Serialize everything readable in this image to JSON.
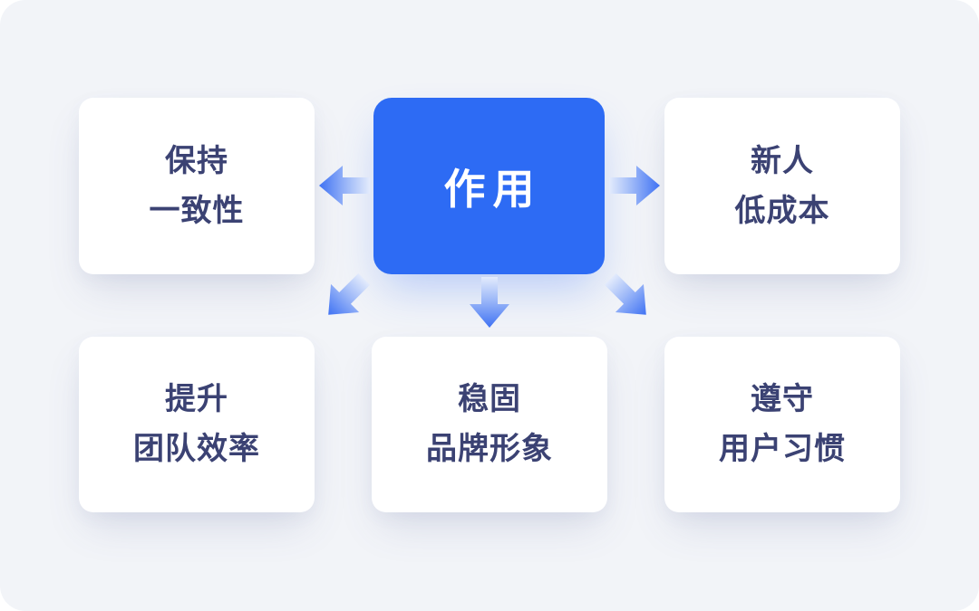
{
  "diagram": {
    "center": {
      "label": "作用"
    },
    "nodes": [
      {
        "id": "top-left",
        "line1": "保持",
        "line2": "一致性"
      },
      {
        "id": "top-right",
        "line1": "新人",
        "line2": "低成本"
      },
      {
        "id": "bottom-left",
        "line1": "提升",
        "line2": "团队效率"
      },
      {
        "id": "bottom-center",
        "line1": "稳固",
        "line2": "品牌形象"
      },
      {
        "id": "bottom-right",
        "line1": "遵守",
        "line2": "用户习惯"
      }
    ],
    "arrows": [
      {
        "icon": "arrow-left-icon",
        "from": "center",
        "to": "top-left"
      },
      {
        "icon": "arrow-right-icon",
        "from": "center",
        "to": "top-right"
      },
      {
        "icon": "arrow-down-left-icon",
        "from": "center",
        "to": "bottom-left"
      },
      {
        "icon": "arrow-down-icon",
        "from": "center",
        "to": "bottom-center"
      },
      {
        "icon": "arrow-down-right-icon",
        "from": "center",
        "to": "bottom-right"
      }
    ],
    "colors": {
      "canvas_background": "#f2f4f8",
      "center_box": "#2d6bf4",
      "center_text": "#ffffff",
      "card_background": "#ffffff",
      "card_text": "#3b4273",
      "arrow_head": "#3f72f3",
      "arrow_tail": "#e3ebfc"
    }
  }
}
